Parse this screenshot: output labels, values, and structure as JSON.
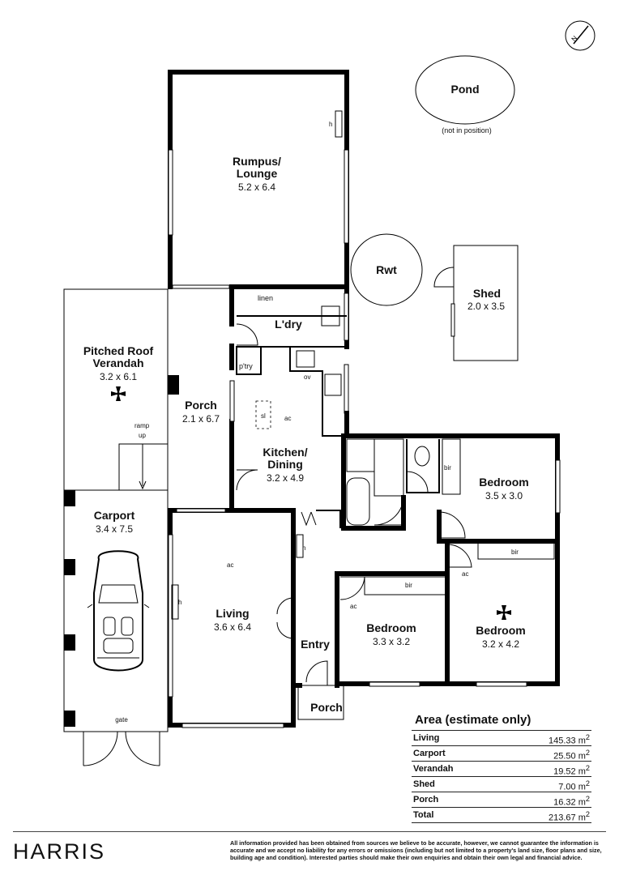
{
  "rooms": {
    "rumpus": {
      "name": "Rumpus/",
      "name2": "Lounge",
      "dim": "5.2 x 6.4"
    },
    "verandah": {
      "name": "Pitched Roof",
      "name2": "Verandah",
      "dim": "3.2 x 6.1"
    },
    "porch_side": {
      "name": "Porch",
      "dim": "2.1 x 6.7"
    },
    "laundry": {
      "name": "L'dry"
    },
    "kitchen": {
      "name": "Kitchen/",
      "name2": "Dining",
      "dim": "3.2 x 4.9"
    },
    "carport": {
      "name": "Carport",
      "dim": "3.4 x 7.5"
    },
    "living": {
      "name": "Living",
      "dim": "3.6 x 6.4"
    },
    "entry": {
      "name": "Entry"
    },
    "porch_front": {
      "name": "Porch"
    },
    "bedroom1": {
      "name": "Bedroom",
      "dim": "3.5 x 3.0"
    },
    "bedroom2": {
      "name": "Bedroom",
      "dim": "3.3 x 3.2"
    },
    "bedroom3": {
      "name": "Bedroom",
      "dim": "3.2 x 4.2"
    },
    "shed": {
      "name": "Shed",
      "dim": "2.0 x 3.5"
    },
    "pond": {
      "name": "Pond",
      "note": "(not in position)"
    },
    "rwt": {
      "name": "Rwt"
    }
  },
  "annotations": {
    "linen": "linen",
    "pantry": "p'try",
    "oven": "ov",
    "skylight": "sl",
    "ac": "ac",
    "heater": "h",
    "bir": "bir",
    "ramp": "ramp",
    "ramp_up": "up",
    "gate": "gate"
  },
  "area": {
    "title": "Area (estimate only)",
    "unit": "m",
    "rows": [
      {
        "label": "Living",
        "value": "145.33"
      },
      {
        "label": "Carport",
        "value": "25.50"
      },
      {
        "label": "Verandah",
        "value": "19.52"
      },
      {
        "label": "Shed",
        "value": "7.00"
      },
      {
        "label": "Porch",
        "value": "16.32"
      },
      {
        "label": "Total",
        "value": "213.67"
      }
    ]
  },
  "footer": {
    "brand": "HARRIS",
    "disclaimer": "All information provided has been obtained from sources we believe to be accurate, however, we cannot guarantee the information is accurate and we accept no liability for any errors or omissions (including but not limited to a property's land size, floor plans and size, building age and condition). Interested parties should make their own enquiries and obtain their own legal and financial advice."
  },
  "compass": {
    "label": "N"
  }
}
